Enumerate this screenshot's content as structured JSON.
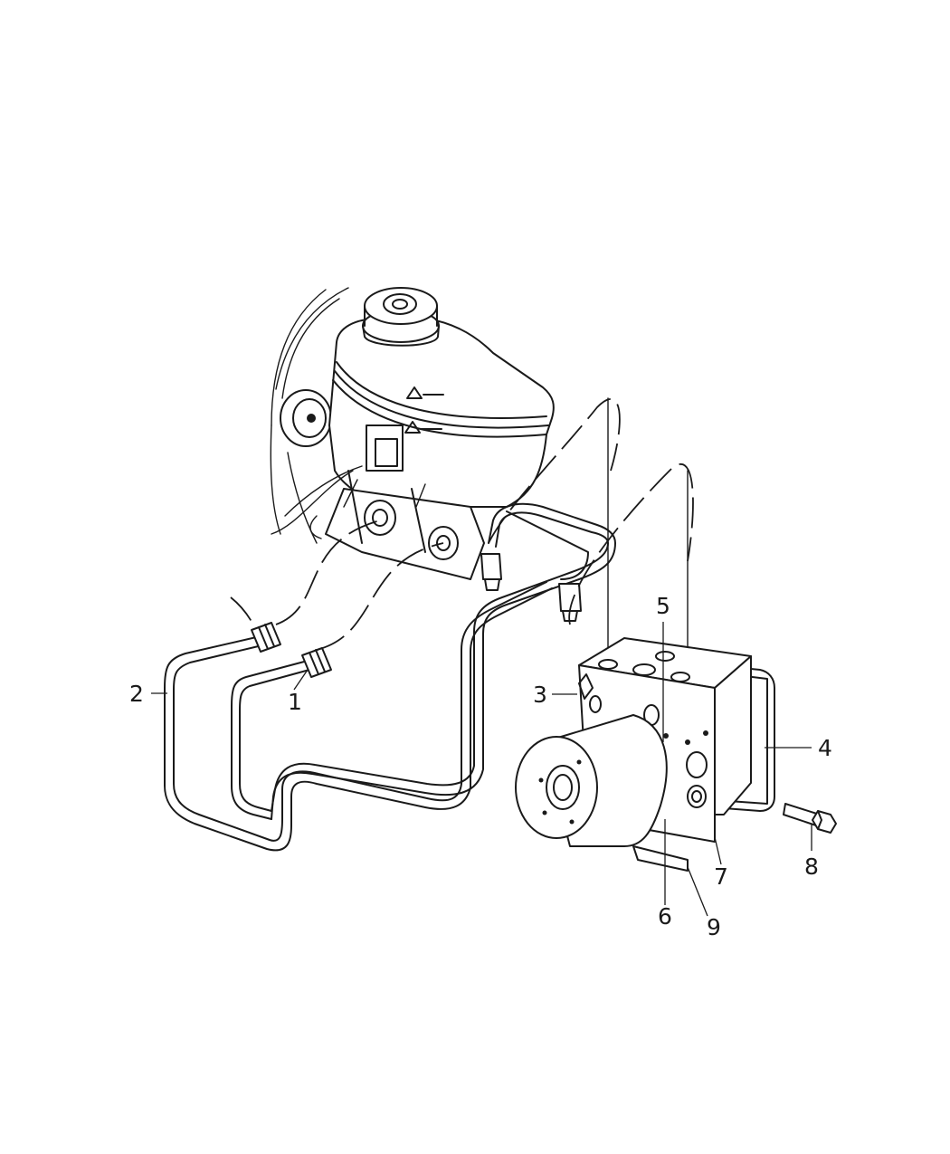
{
  "diagram": {
    "callouts": [
      {
        "id": "c1",
        "label": "1"
      },
      {
        "id": "c2",
        "label": "2"
      },
      {
        "id": "c3",
        "label": "3"
      },
      {
        "id": "c4",
        "label": "4"
      },
      {
        "id": "c5",
        "label": "5"
      },
      {
        "id": "c6",
        "label": "6"
      },
      {
        "id": "c7",
        "label": "7"
      },
      {
        "id": "c8",
        "label": "8"
      },
      {
        "id": "c9",
        "label": "9"
      }
    ],
    "colors": {
      "ink": "#1a1a1a",
      "background": "#ffffff"
    }
  }
}
